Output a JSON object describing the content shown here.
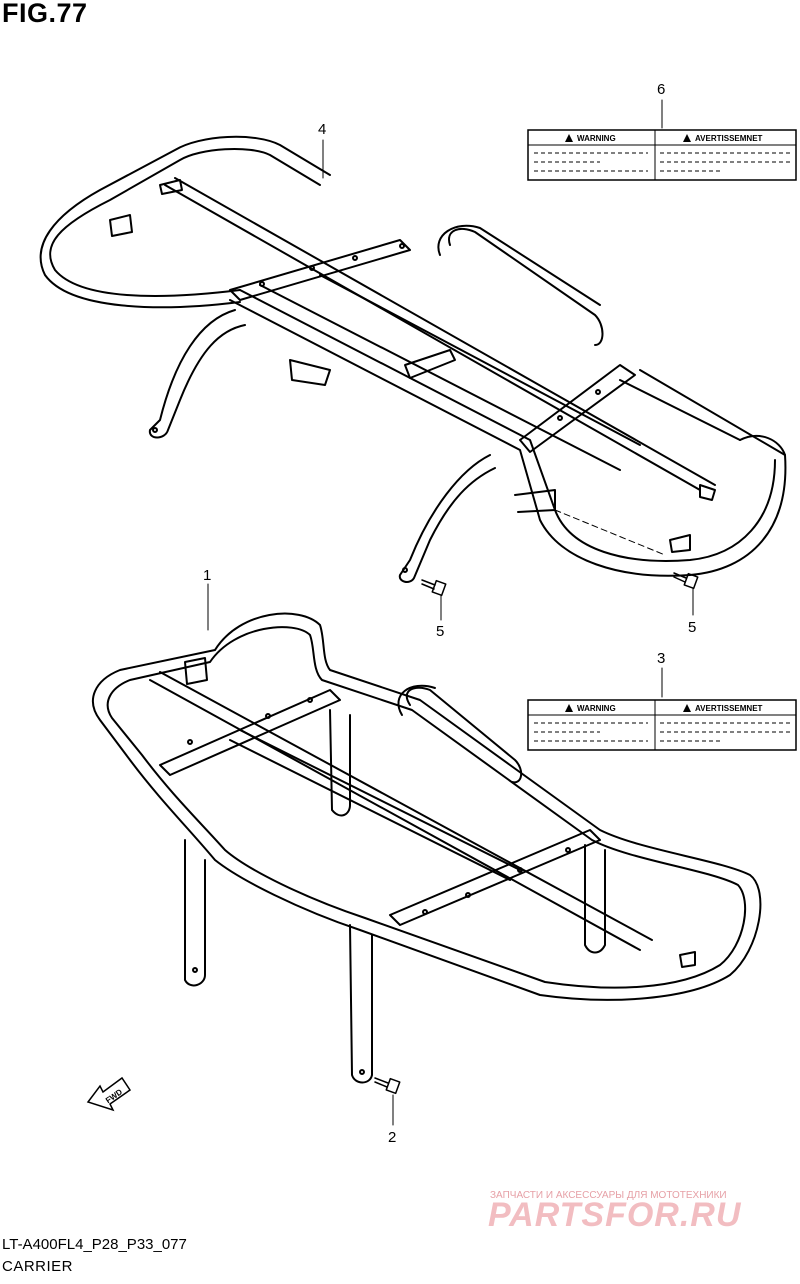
{
  "figure": {
    "title": "FIG.77"
  },
  "callouts": {
    "c1": "1",
    "c2": "2",
    "c3": "3",
    "c4": "4",
    "c5a": "5",
    "c5b": "5",
    "c6": "6"
  },
  "labels": {
    "warning_en": "WARNING",
    "warning_fr": "AVERTISSEMNET"
  },
  "direction": {
    "fwd": "FWD"
  },
  "watermark": {
    "subtitle": "ЗАПЧАСТИ И АКСЕССУАРЫ ДЛЯ МОТОТЕХНИКИ",
    "logo": "PARTSFOR.RU"
  },
  "footer": {
    "code": "LT-A400FL4_P28_P33_077",
    "caption": "CARRIER"
  }
}
